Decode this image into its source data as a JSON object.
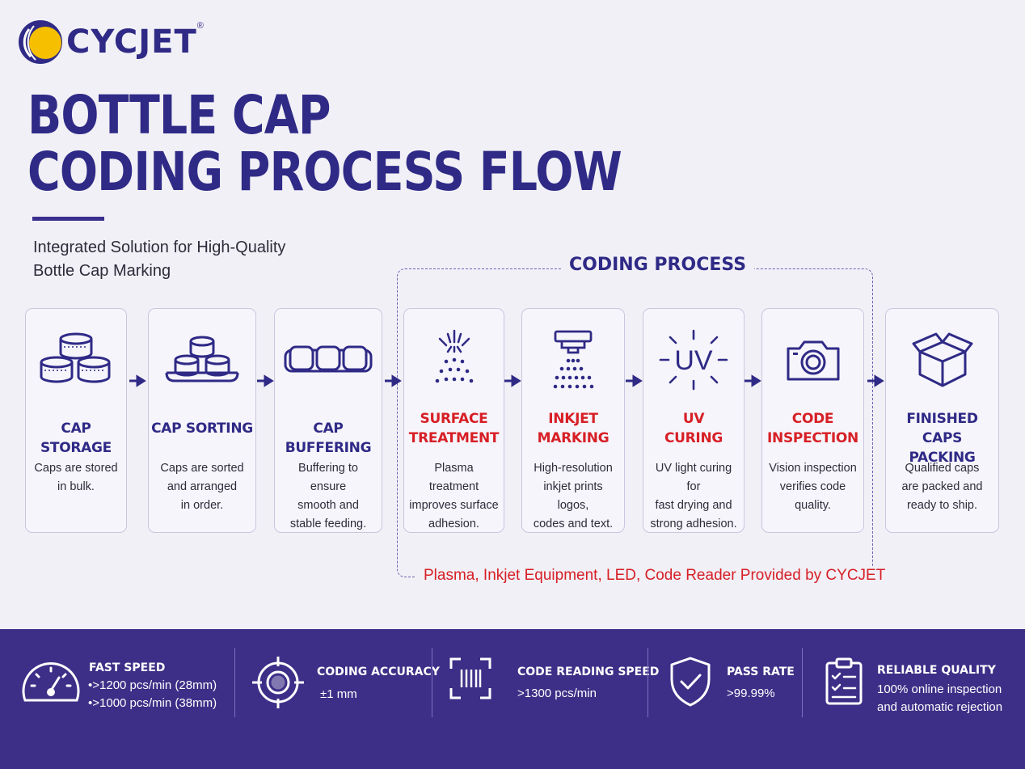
{
  "brand": {
    "name": "CYCJET",
    "reg": "®",
    "colors": {
      "navy": "#2f2a86",
      "red": "#d71f26",
      "yellow": "#f6c000",
      "band": "#3d2f87"
    }
  },
  "title": {
    "line1": "BOTTLE CAP",
    "line2": "CODING PROCESS FLOW"
  },
  "subtitle": {
    "line1": "Integrated Solution for High-Quality",
    "line2": "Bottle Cap Marking"
  },
  "coding_process": {
    "title": "CODING PROCESS",
    "footer": "Plasma, Inkjet Equipment, LED, Code Reader Provided by CYCJET"
  },
  "steps": [
    {
      "icon": "stacked-caps-icon",
      "label1": "CAP STORAGE",
      "label2": "",
      "desc": [
        "Caps are stored",
        "in bulk."
      ]
    },
    {
      "icon": "caps-on-tray-icon",
      "label1": "CAP SORTING",
      "label2": "",
      "desc": [
        "Caps are sorted",
        "and arranged",
        "in order."
      ]
    },
    {
      "icon": "caps-in-row-icon",
      "label1": "CAP BUFFERING",
      "label2": "",
      "desc": [
        "Buffering to ensure",
        "smooth and",
        "stable feeding."
      ]
    },
    {
      "icon": "plasma-spray-icon",
      "label1": "SURFACE",
      "label2": "TREATMENT",
      "desc": [
        "Plasma treatment",
        "improves surface",
        "adhesion."
      ]
    },
    {
      "icon": "inkjet-nozzle-icon",
      "label1": "INKJET",
      "label2": "MARKING",
      "desc": [
        "High-resolution",
        "inkjet prints logos,",
        "codes and text."
      ]
    },
    {
      "icon": "uv-light-icon",
      "icon_text": "UV",
      "label1": "UV",
      "label2": "CURING",
      "desc": [
        "UV light curing for",
        "fast drying and",
        "strong adhesion."
      ]
    },
    {
      "icon": "camera-icon",
      "label1": "CODE",
      "label2": "INSPECTION",
      "desc": [
        "Vision inspection",
        "verifies code",
        "quality."
      ]
    },
    {
      "icon": "open-box-icon",
      "label1": "FINISHED CAPS",
      "label2": "PACKING",
      "desc": [
        "Qualified caps",
        "are packed and",
        "ready to ship."
      ]
    }
  ],
  "stats": [
    {
      "icon": "speedometer-icon",
      "title": "FAST SPEED",
      "lines": [
        "•>1200 pcs/min (28mm)",
        "•>1000 pcs/min (38mm)"
      ]
    },
    {
      "icon": "crosshair-icon",
      "title": "CODING ACCURACY",
      "lines": [
        "±1 mm"
      ]
    },
    {
      "icon": "barcode-scan-icon",
      "title": "CODE READING SPEED",
      "lines": [
        ">1300 pcs/min"
      ]
    },
    {
      "icon": "shield-check-icon",
      "title": "PASS RATE",
      "lines": [
        ">99.99%"
      ]
    },
    {
      "icon": "clipboard-check-icon",
      "title": "RELIABLE QUALITY",
      "lines": [
        "100% online inspection",
        "and automatic rejection"
      ]
    }
  ]
}
